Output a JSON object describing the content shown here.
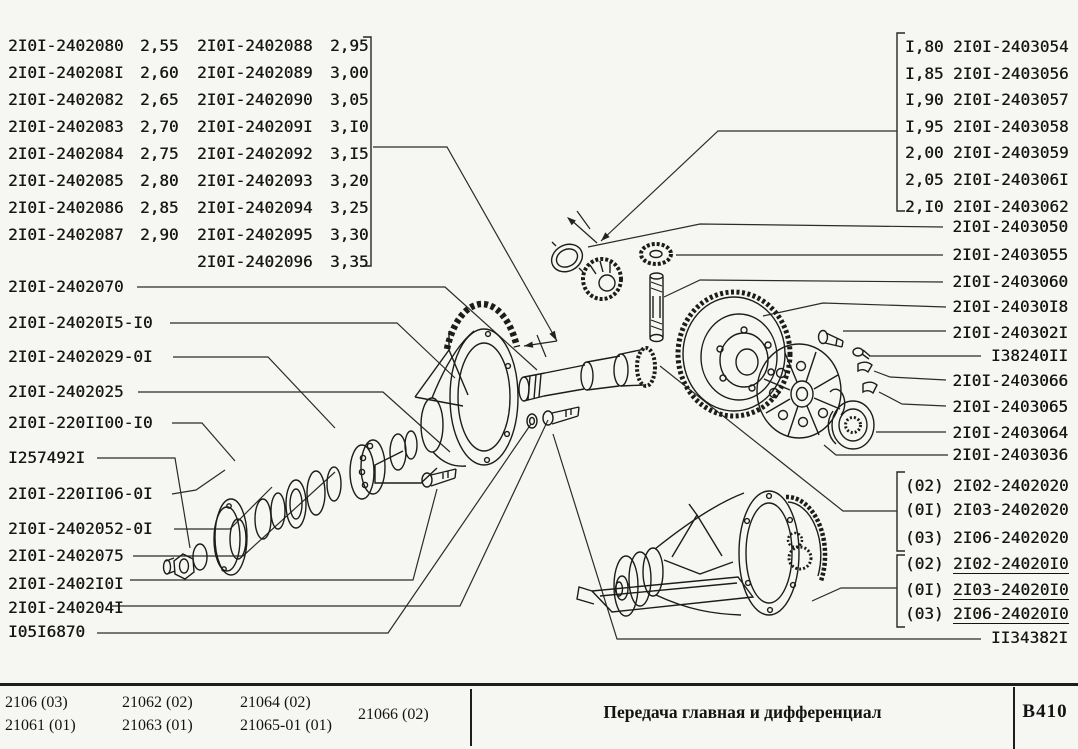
{
  "top_left_table": {
    "col1": [
      {
        "part": "2I0I-2402080",
        "val": "2,55"
      },
      {
        "part": "2I0I-240208I",
        "val": "2,60"
      },
      {
        "part": "2I0I-2402082",
        "val": "2,65"
      },
      {
        "part": "2I0I-2402083",
        "val": "2,70"
      },
      {
        "part": "2I0I-2402084",
        "val": "2,75"
      },
      {
        "part": "2I0I-2402085",
        "val": "2,80"
      },
      {
        "part": "2I0I-2402086",
        "val": "2,85"
      },
      {
        "part": "2I0I-2402087",
        "val": "2,90"
      }
    ],
    "col2": [
      {
        "part": "2I0I-2402088",
        "val": "2,95"
      },
      {
        "part": "2I0I-2402089",
        "val": "3,00"
      },
      {
        "part": "2I0I-2402090",
        "val": "3,05"
      },
      {
        "part": "2I0I-240209I",
        "val": "3,I0"
      },
      {
        "part": "2I0I-2402092",
        "val": "3,I5"
      },
      {
        "part": "2I0I-2402093",
        "val": "3,20"
      },
      {
        "part": "2I0I-2402094",
        "val": "3,25"
      },
      {
        "part": "2I0I-2402095",
        "val": "3,30"
      },
      {
        "part": "2I0I-2402096",
        "val": "3,35"
      }
    ]
  },
  "top_right_group": {
    "rows": [
      {
        "size": "I,80",
        "part": "2I0I-2403054"
      },
      {
        "size": "I,85",
        "part": "2I0I-2403056"
      },
      {
        "size": "I,90",
        "part": "2I0I-2403057"
      },
      {
        "size": "I,95",
        "part": "2I0I-2403058"
      },
      {
        "size": "2,00",
        "part": "2I0I-2403059"
      },
      {
        "size": "2,05",
        "part": "2I0I-240306I"
      },
      {
        "size": "2,I0",
        "part": "2I0I-2403062"
      }
    ]
  },
  "left_labels": [
    "2I0I-2402070",
    "2I0I-24020I5-I0",
    "2I0I-2402029-0I",
    "2I0I-2402025",
    "2I0I-220II00-I0",
    "I257492I",
    "2I0I-220II06-0I",
    "2I0I-2402052-0I",
    "2I0I-2402075",
    "2I0I-2402I0I",
    "2I0I-240204I",
    "I05I6870"
  ],
  "right_labels": [
    "2I0I-2403050",
    "2I0I-2403055",
    "2I0I-2403060",
    "2I0I-24030I8",
    "2I0I-240302I",
    "I38240II",
    "2I0I-2403066",
    "2I0I-2403065",
    "2I0I-2403064",
    "2I0I-2403036"
  ],
  "variant_groups": {
    "gear_sets": [
      {
        "prefix": "(02)",
        "part": "2I02-2402020"
      },
      {
        "prefix": "(0I)",
        "part": "2I03-2402020"
      },
      {
        "prefix": "(03)",
        "part": "2I06-2402020"
      }
    ],
    "assemblies": [
      {
        "prefix": "(02)",
        "part": "2I02-24020I0"
      },
      {
        "prefix": "(0I)",
        "part": "2I03-24020I0"
      },
      {
        "prefix": "(03)",
        "part": "2I06-24020I0"
      }
    ],
    "extra_label": "II34382I"
  },
  "footer": {
    "models_col1": [
      "2106 (03)",
      "21061 (01)"
    ],
    "models_col2": [
      "21062 (02)",
      "21063 (01)"
    ],
    "models_col3": [
      "21064 (02)",
      "21065-01 (01)"
    ],
    "models_col4": [
      "21066 (02)"
    ],
    "title": "Передача главная и дифференциал",
    "code": "B410"
  },
  "ink_color": "#1c1c1c",
  "paper_color": "#f6f6f2"
}
